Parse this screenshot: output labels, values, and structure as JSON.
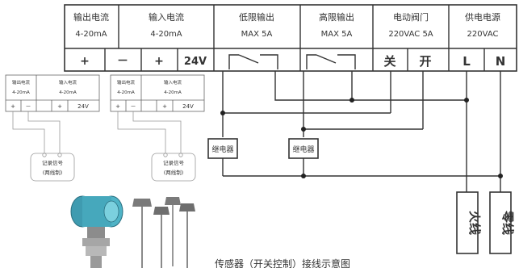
{
  "terminal_block": {
    "groups": [
      {
        "title": "输出电流",
        "spec": "4-20mA"
      },
      {
        "title": "输入电流",
        "spec": "4-20mA"
      },
      {
        "title": "低限输出",
        "spec": "MAX 5A"
      },
      {
        "title": "高限输出",
        "spec": "MAX 5A"
      },
      {
        "title": "电动阀门",
        "spec": "220VAC 5A"
      },
      {
        "title": "供电电源",
        "spec": "220VAC"
      }
    ],
    "terminals": [
      "+",
      "－",
      "+",
      "24V",
      "关",
      "开",
      "L",
      "N"
    ]
  },
  "mini_block_1": {
    "groups": [
      {
        "title": "输出电流",
        "spec": "4-20mA"
      },
      {
        "title": "输入电流",
        "spec": "4-20mA"
      }
    ],
    "terminals": [
      "+",
      "－",
      "+",
      "24V"
    ],
    "signal_label": [
      "记录信号",
      "(两线制)"
    ]
  },
  "mini_block_2": {
    "groups": [
      {
        "title": "输出电流",
        "spec": "4-20mA"
      },
      {
        "title": "输入电流",
        "spec": "4-20mA"
      }
    ],
    "terminals": [
      "+",
      "－",
      "+",
      "24V"
    ],
    "signal_label": [
      "记录信号",
      "(两线制)"
    ]
  },
  "relays": [
    "继电器",
    "继电器"
  ],
  "power_lines": {
    "live": "火线",
    "neutral": "零线"
  },
  "caption": "传感器（开关控制）接线示意图",
  "devices": [
    "pressure-transmitter",
    "temperature-sensor-probes"
  ]
}
